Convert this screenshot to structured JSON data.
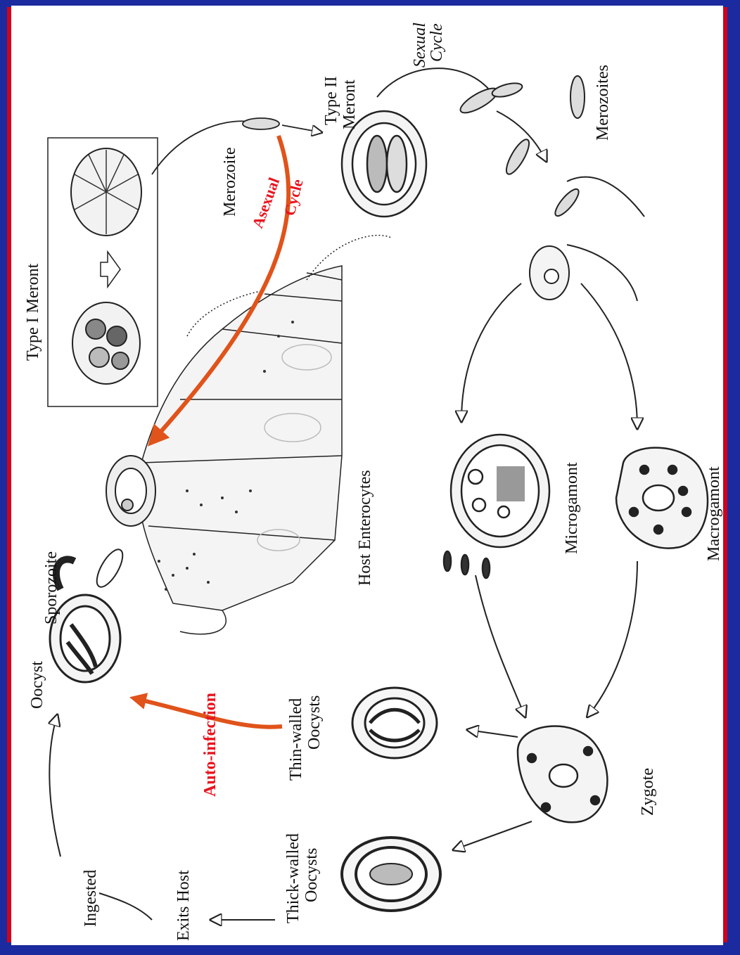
{
  "labels": {
    "type1_meront": "Type I Meront",
    "merozoite": "Merozoite",
    "type2_meront_line1": "Type II",
    "type2_meront_line2": "Meront",
    "sexual_cycle_line1": "Sexual",
    "sexual_cycle_line2": "Cycle",
    "merozoites": "Merozoites",
    "asexual_word1": "Asexual",
    "asexual_word2": "Cycle",
    "oocyst": "Oocyst",
    "sporozoite": "Sporozoite",
    "host_enterocytes": "Host Enterocytes",
    "microgamont": "Microgamont",
    "macrogamont": "Macrogamont",
    "auto_infection": "Auto-infection",
    "thin_walled_line1": "Thin-walled",
    "thin_walled_line2": "Oocysts",
    "thick_walled_line1": "Thick-walled",
    "thick_walled_line2": "Oocysts",
    "zygote": "Zygote",
    "ingested": "Ingested",
    "exits_host": "Exits Host"
  },
  "colors": {
    "frame_blue": "#1b2a9e",
    "frame_red": "#d0021b",
    "accent_red": "#e8141e",
    "arrow_orange": "#e0531a"
  }
}
